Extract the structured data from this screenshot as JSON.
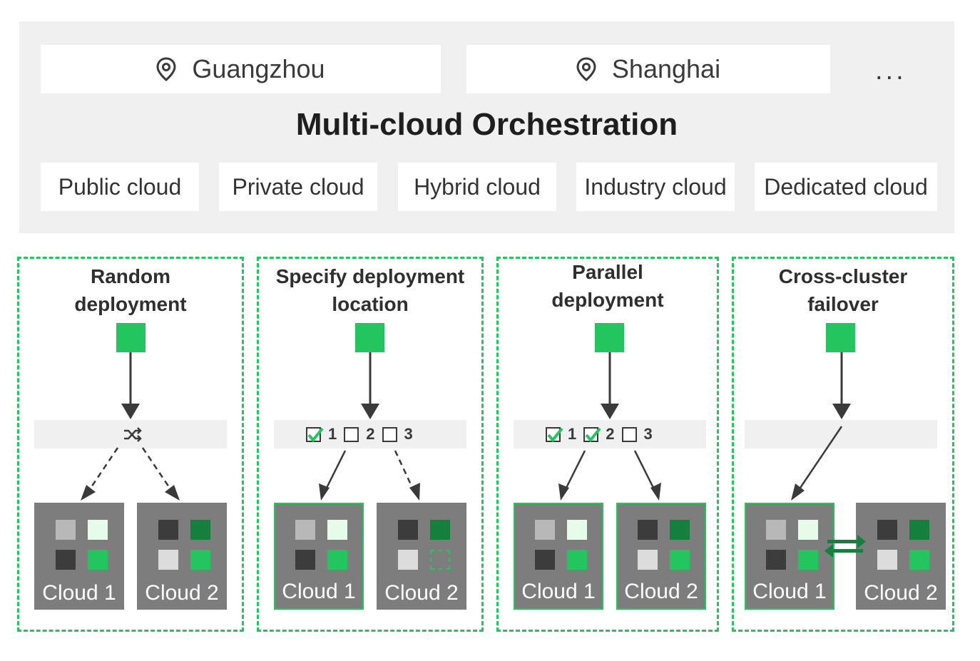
{
  "regions": [
    "Guangzhou",
    "Shanghai"
  ],
  "more": "...",
  "title": "Multi-cloud Orchestration",
  "cloud_types": [
    "Public cloud",
    "Private cloud",
    "Hybrid cloud",
    "Industry cloud",
    "Dedicated cloud"
  ],
  "modes": [
    {
      "title_l1": "Random",
      "title_l2": "deployment"
    },
    {
      "title_l1": "Specify deployment",
      "title_l2": "location"
    },
    {
      "title_l1": "Parallel",
      "title_l2": "deployment"
    },
    {
      "title_l1": "Cross-cluster",
      "title_l2": "failover"
    }
  ],
  "options": [
    "1",
    "2",
    "3"
  ],
  "clouds": [
    "Cloud 1",
    "Cloud 2"
  ],
  "colors": {
    "accent": "#22c55e",
    "dark_green": "#15803d",
    "light_green": "#e6fbe9",
    "panel": "#f0f0f0",
    "cloud_bg": "#7d7d7d"
  }
}
